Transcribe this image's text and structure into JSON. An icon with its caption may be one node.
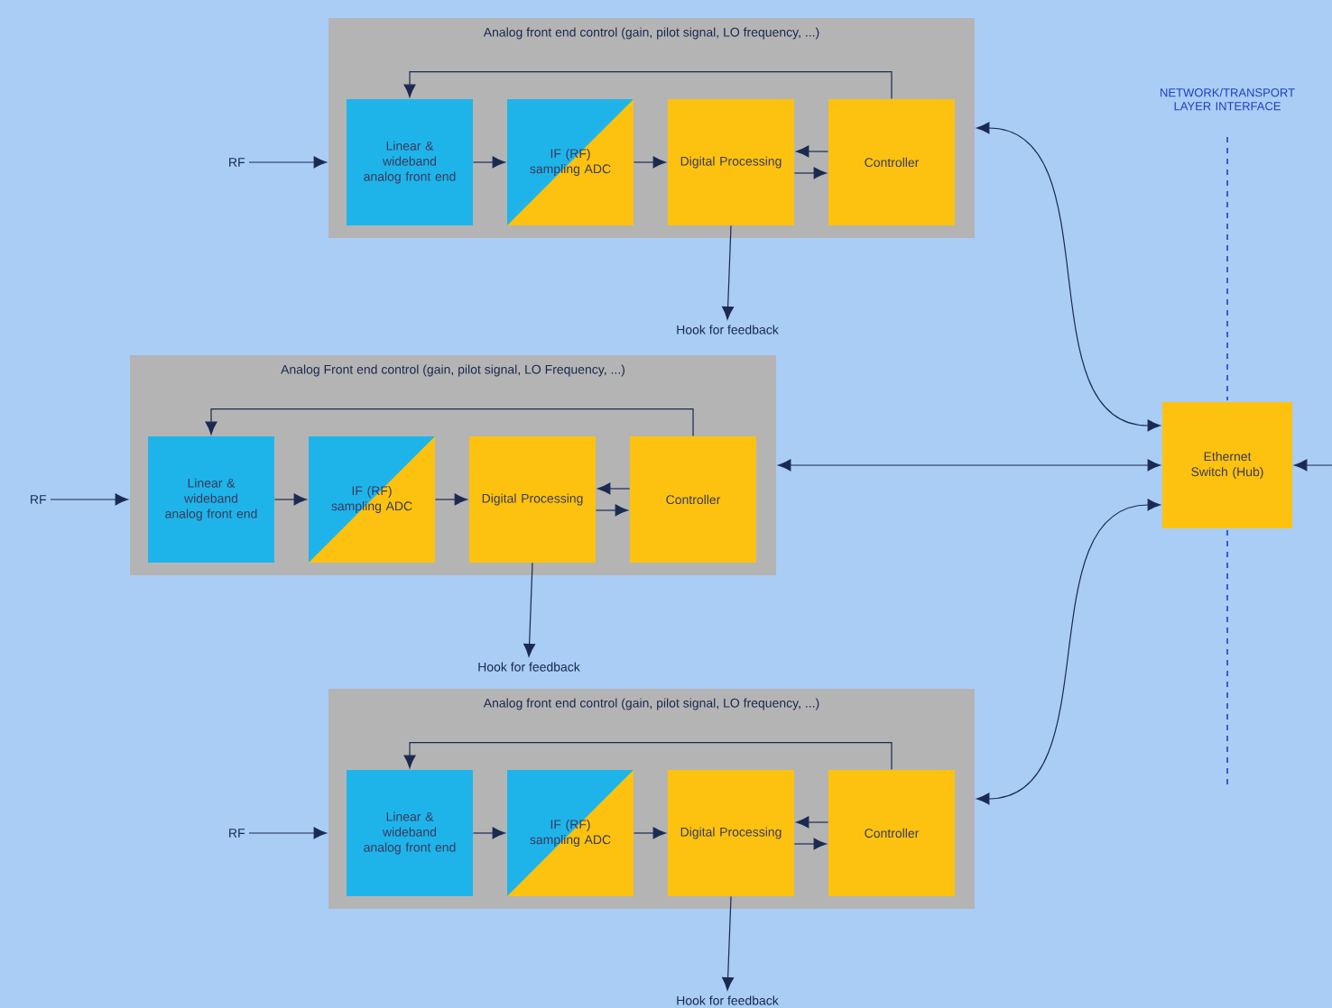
{
  "diagram": {
    "nodes": [
      {
        "text": [
          "Analog front end control (gain, pilot signal, LO frequency, ...)"
        ]
      },
      {
        "text": [
          "Linear & wideband analog front end"
        ],
        "in": 0
      },
      {
        "text": [
          "IF (RF) sampling ADC"
        ],
        "in": 0
      },
      {
        "text": [
          "Digital Processing"
        ],
        "in": 0
      },
      {
        "text": [
          "Controller"
        ],
        "in": 0
      },
      {
        "text": [
          "RF"
        ]
      },
      {
        "text": [
          "Hook for feedback"
        ]
      },
      {
        "text": [
          "Analog Front end control (gain, pilot signal, LO Frequency, ...)"
        ]
      },
      {
        "text": [
          "Linear & wideband analog front end"
        ],
        "in": 7
      },
      {
        "text": [
          "IF (RF) sampling ADC"
        ],
        "in": 7
      },
      {
        "text": [
          "Digital Processing"
        ],
        "in": 7
      },
      {
        "text": [
          "Controller"
        ],
        "in": 7
      },
      {
        "text": [
          "RF"
        ]
      },
      {
        "text": [
          "Hook for feedback"
        ]
      },
      {
        "text": [
          "Analog front end control (gain, pilot signal, LO frequency, ...)"
        ]
      },
      {
        "text": [
          "Linear & wideband analog front end"
        ],
        "in": 14
      },
      {
        "text": [
          "IF (RF) sampling ADC"
        ],
        "in": 14
      },
      {
        "text": [
          "Digital Processing"
        ],
        "in": 14
      },
      {
        "text": [
          "Controller"
        ],
        "in": 14
      },
      {
        "text": [
          "RF"
        ]
      },
      {
        "text": [
          "Hook for feedback"
        ]
      },
      {
        "text": [
          "Ethernet Switch (Hub)"
        ]
      }
    ],
    "edges": [
      {
        "from": 5,
        "to": 0,
        "arrow": "to"
      },
      {
        "from": 1,
        "to": 2,
        "arrow": "to"
      },
      {
        "from": 2,
        "to": 3,
        "arrow": "to"
      },
      {
        "from": 4,
        "to": 3,
        "arrow": "to"
      },
      {
        "from": 3,
        "to": 4,
        "arrow": "to"
      },
      {
        "from": 4,
        "to": 1,
        "arrow": "to"
      },
      {
        "from": 3,
        "to": 6,
        "arrow": "to"
      },
      {
        "from": 0,
        "to": 21,
        "arrow": "both"
      },
      {
        "from": 12,
        "to": 7,
        "arrow": "to"
      },
      {
        "from": 8,
        "to": 9,
        "arrow": "to"
      },
      {
        "from": 9,
        "to": 10,
        "arrow": "to"
      },
      {
        "from": 11,
        "to": 10,
        "arrow": "to"
      },
      {
        "from": 10,
        "to": 11,
        "arrow": "to"
      },
      {
        "from": 11,
        "to": 8,
        "arrow": "to"
      },
      {
        "from": 10,
        "to": 13,
        "arrow": "to"
      },
      {
        "from": 7,
        "to": 21,
        "arrow": "both"
      },
      {
        "from": 19,
        "to": 14,
        "arrow": "to"
      },
      {
        "from": 15,
        "to": 16,
        "arrow": "to"
      },
      {
        "from": 16,
        "to": 17,
        "arrow": "to"
      },
      {
        "from": 18,
        "to": 17,
        "arrow": "to"
      },
      {
        "from": 17,
        "to": 18,
        "arrow": "to"
      },
      {
        "from": 18,
        "to": 15,
        "arrow": "to"
      },
      {
        "from": 17,
        "to": 20,
        "arrow": "to"
      },
      {
        "from": 14,
        "to": 21,
        "arrow": "both"
      },
      {
        "from": null,
        "to": 21,
        "arrow": "to"
      }
    ],
    "labels": [
      "NETWORK/TRANSPORT LAYER INTERFACE"
    ]
  }
}
